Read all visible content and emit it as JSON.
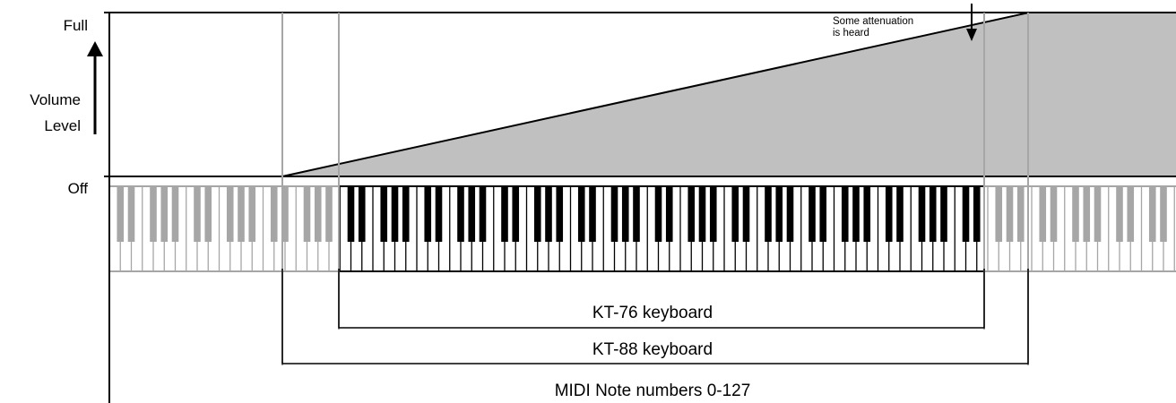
{
  "y_axis": {
    "top_label": "Full",
    "title_line1": "Volume",
    "title_line2": "Level",
    "bottom_label": "Off"
  },
  "annotation": {
    "line1": "Some attenuation",
    "line2": "is heard"
  },
  "ranges": {
    "kt76": "KT-76 keyboard",
    "kt88": "KT-88 keyboard",
    "midi": "MIDI Note numbers 0-127"
  },
  "colors": {
    "fill": "#c0c0c0",
    "inactive_keys": "#a6a6a6",
    "active_keys": "#000000"
  }
}
